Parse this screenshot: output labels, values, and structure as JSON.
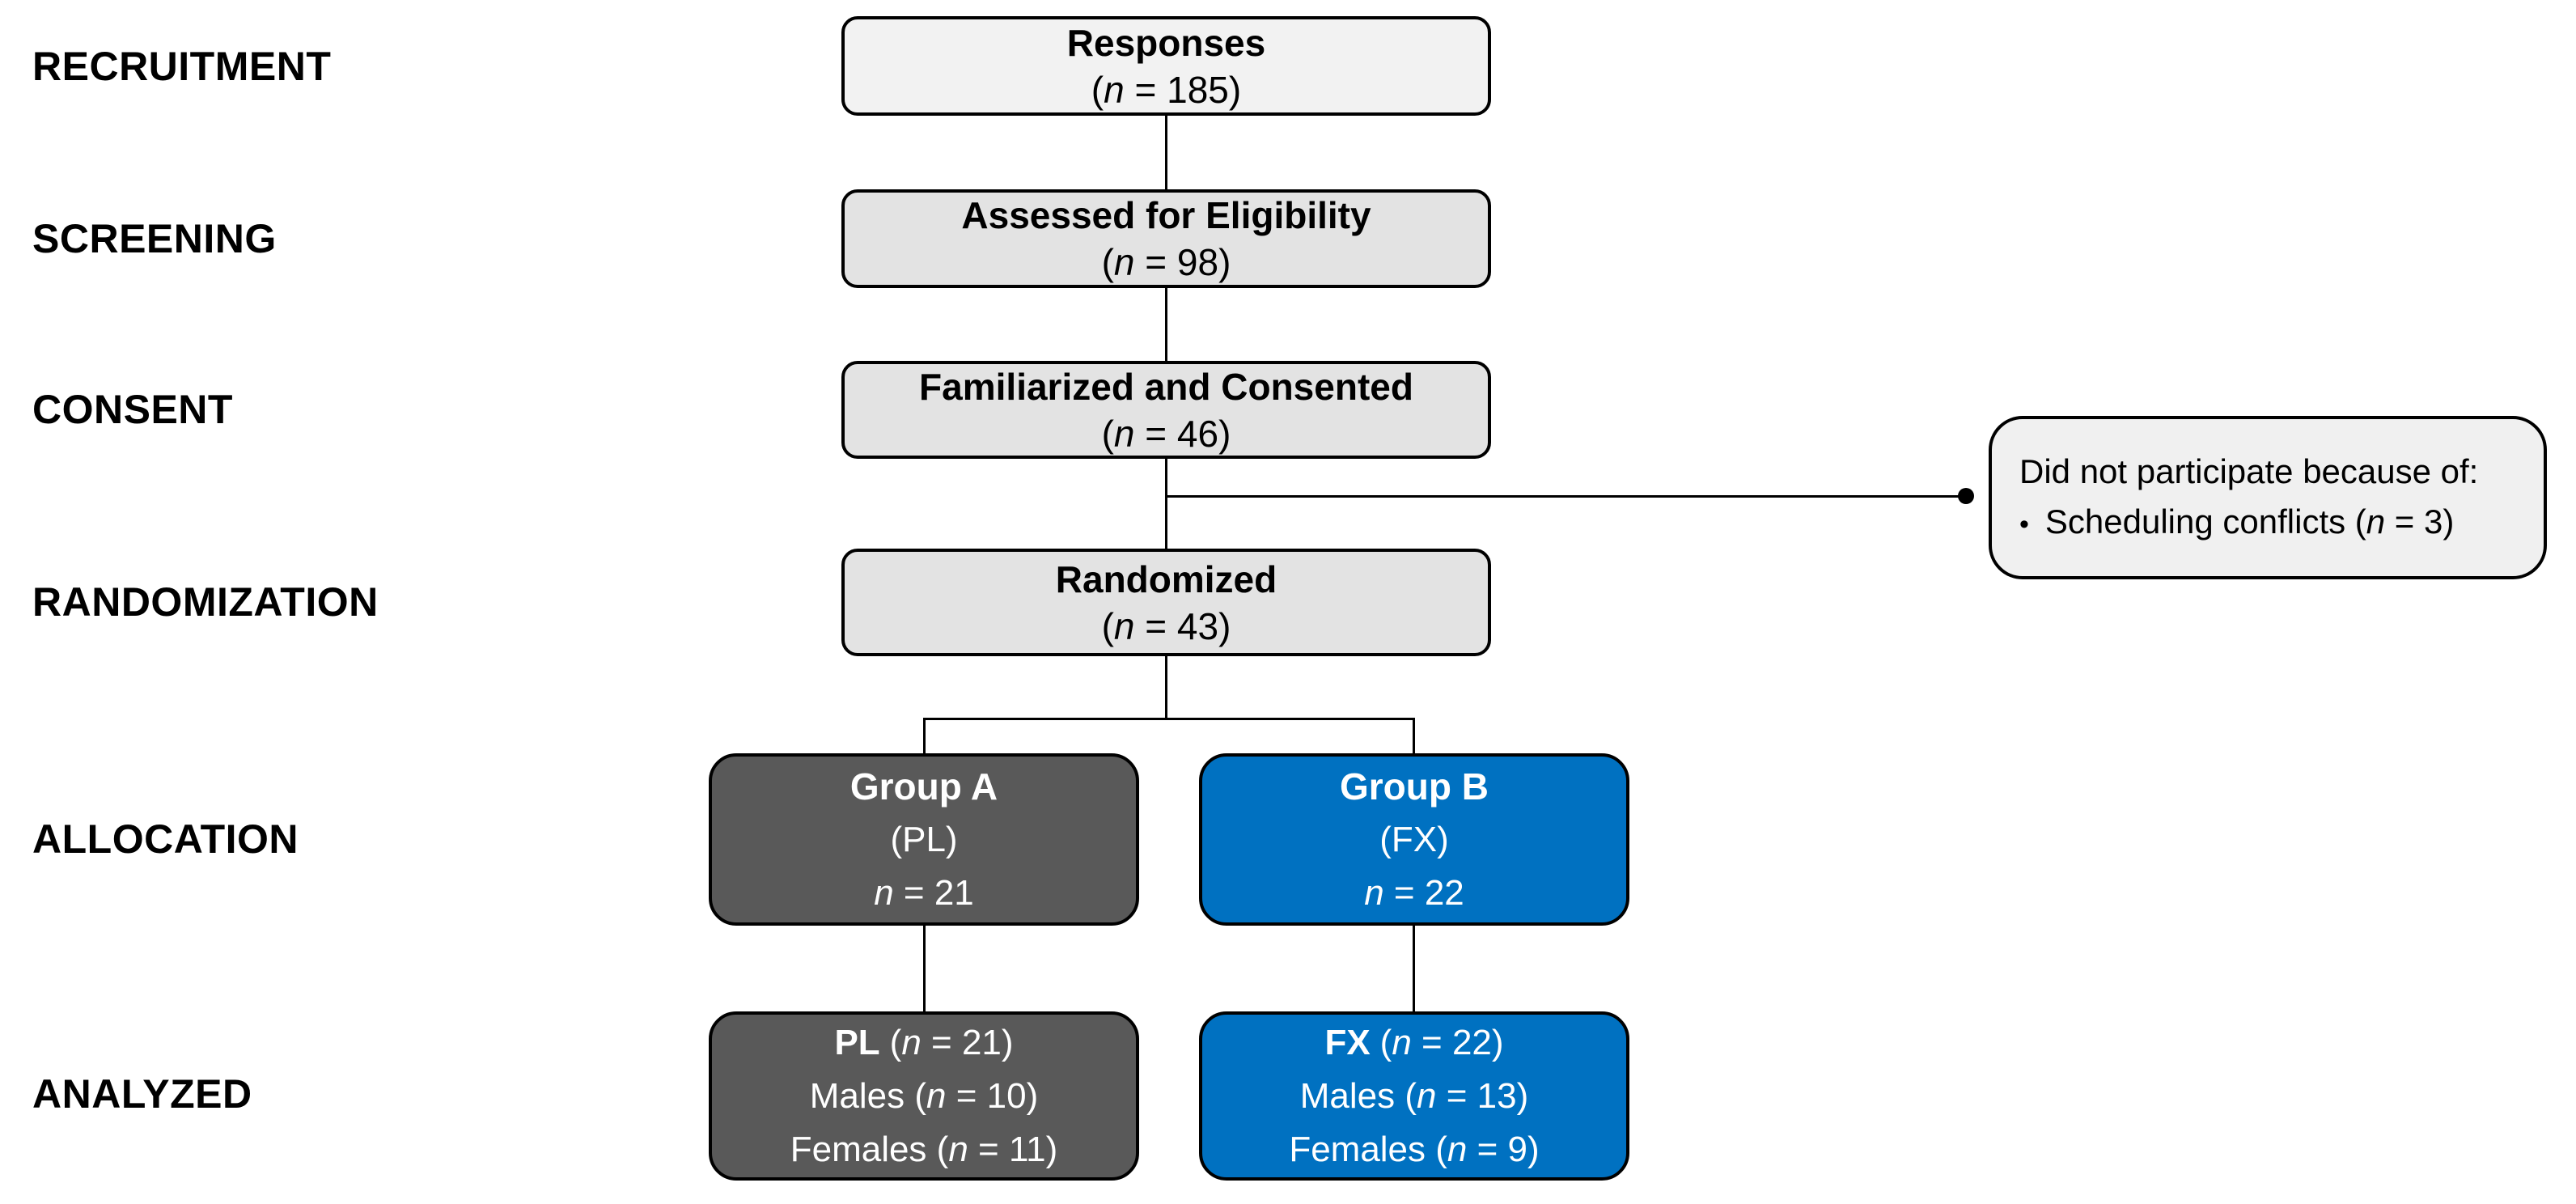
{
  "palette": {
    "light_fill": "#f2f2f2",
    "gray_fill": "#e3e3e3",
    "side_fill": "#f0f0f0",
    "dark_fill": "#595959",
    "blue_fill": "#0071c1",
    "line": "#000000"
  },
  "stages": [
    {
      "label": "RECRUITMENT"
    },
    {
      "label": "SCREENING"
    },
    {
      "label": "CONSENT"
    },
    {
      "label": "RANDOMIZATION"
    },
    {
      "label": "ALLOCATION"
    },
    {
      "label": "ANALYZED"
    }
  ],
  "flow": {
    "responses": {
      "title": "Responses",
      "count": "(n = 185)"
    },
    "assessed": {
      "title": "Assessed for Eligibility",
      "count": "(n = 98)"
    },
    "consented": {
      "title": "Familiarized and Consented",
      "count": "(n = 46)"
    },
    "randomized": {
      "title": "Randomized",
      "count": "(n = 43)"
    },
    "group_a": {
      "title": "Group A",
      "subtitle": "(PL)",
      "count": "n = 21"
    },
    "group_b": {
      "title": "Group B",
      "subtitle": "(FX)",
      "count": "n = 22"
    },
    "analyzed_a": {
      "label": "PL",
      "count": "(n = 21)",
      "males": "Males (n = 10)",
      "females": "Females (n = 11)"
    },
    "analyzed_b": {
      "label": "FX",
      "count": "(n = 22)",
      "males": "Males (n = 13)",
      "females": "Females (n = 9)"
    },
    "dropout": {
      "line1": "Did not participate because of:",
      "bullet": "•",
      "line2": "Scheduling conflicts (n = 3)"
    }
  }
}
